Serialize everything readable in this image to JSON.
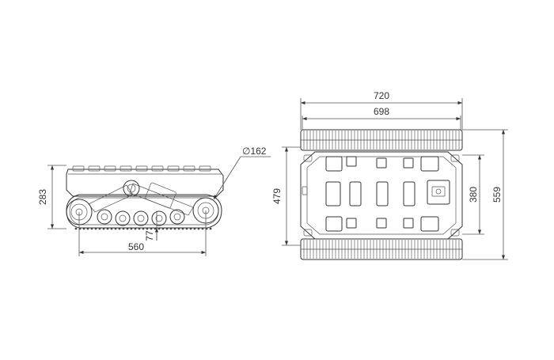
{
  "side_view": {
    "dims": {
      "height": "283",
      "length": "560",
      "clearance": "77",
      "wheel_diameter": "∅162"
    }
  },
  "top_view": {
    "dims": {
      "overall_width": "720",
      "inner_width": "698",
      "body_length": "479",
      "axle_spacing": "380",
      "overall_length": "559"
    }
  }
}
